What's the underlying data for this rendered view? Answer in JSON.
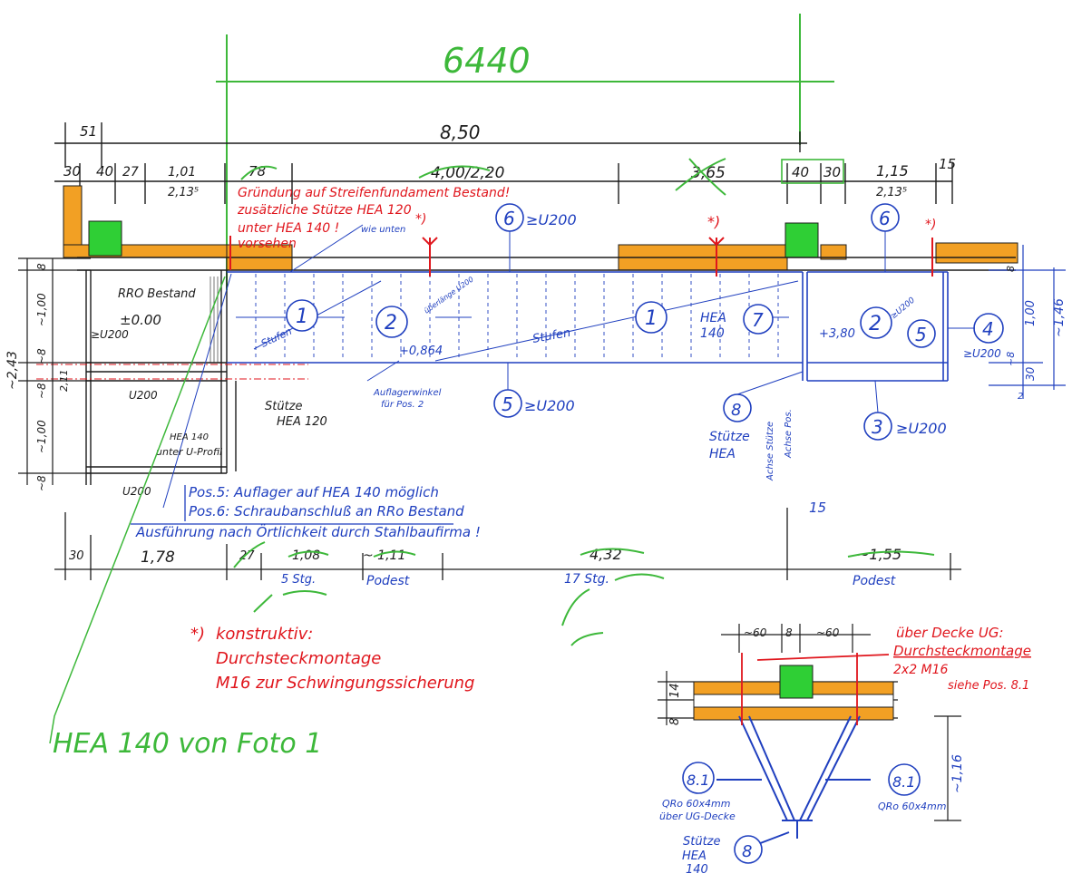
{
  "colors": {
    "black": "#1c1c1c",
    "blue": "#1f3fbf",
    "red": "#e0161d",
    "green": "#3db83a",
    "orange": "#f2a024",
    "fill_green": "#2fcf35"
  },
  "green_notes": {
    "top_dimension": "6440",
    "bottom_note": "HEA 140 von Foto 1"
  },
  "top_dims": {
    "overall": "8,50",
    "d51": "51",
    "d30": "30",
    "d40a": "40",
    "d27": "27",
    "d101": "1,01",
    "d2135a": "2,13⁵",
    "d78": "78",
    "d400_220": "4,00/2,20",
    "d365": "3,65",
    "d40b": "40",
    "d30b": "30",
    "d115": "1,15",
    "d2135b": "2,13⁵",
    "d15": "15"
  },
  "red_notes": {
    "found1": "Gründung auf Streifenfundament Bestand!",
    "found2": "zusätzliche Stütze HEA 120",
    "found3": "unter HEA 140 !",
    "found4": "vorsehen",
    "star": "*)",
    "star_label": "*)",
    "konstr1": "konstruktiv:",
    "konstr2": "Durchsteckmontage",
    "konstr3": "M16 zur Schwingungssicherung",
    "uebd1": "über Decke UG:",
    "uebd2": "Durchsteckmontage",
    "uebd3": "2x2 M16",
    "uebd4": "siehe Pos. 8.1"
  },
  "plan": {
    "rro_bestand": "RRO Bestand",
    "pm000": "±0.00",
    "u200a": "≥U200",
    "u200b": "U200",
    "u200c": "U200",
    "stuetze": "Stütze",
    "hea120": "HEA 120",
    "hea140a": "HEA 140",
    "unterU": "unter U-Profil",
    "wie_unten": "wie unten",
    "stufen1": "Stufen",
    "stufen2": "Stufen",
    "plus0864": "+0,864",
    "ueberlaeng": "überlänge U200",
    "auflagerwinkel1": "Auflagerwinkel",
    "auflagerwinkel2": "für Pos. 2",
    "hea140b1": "HEA",
    "hea140b2": "140",
    "plus380": "+3,80",
    "lu200": "≥U200",
    "u200d": "≥U200",
    "stuetzeHEA1": "Stütze",
    "stuetzeHEA2": "HEA",
    "achse1": "Achse Stütze",
    "achse2": "Achse Pos."
  },
  "positions": {
    "p1a": "1",
    "p2a": "2",
    "p6a": "6",
    "p6a_lbl": "≥U200",
    "p5a": "5",
    "p5a_lbl": "≥U200",
    "p1b": "1",
    "p7": "7",
    "p2b": "2",
    "p6b": "6",
    "p5b": "5",
    "p4": "4",
    "p8": "8",
    "p3": "3",
    "p3_lbl": "≥U200",
    "p81a": "8.1",
    "p81b": "8.1",
    "p8b": "8"
  },
  "blue_notes": {
    "pos5": "Pos.5: Auflager auf HEA 140 möglich",
    "pos6": "Pos.6: Schraubanschluß an RRo Bestand",
    "ausf": "Ausführung nach Örtlichkeit durch Stahlbaufirma !"
  },
  "side_dims": {
    "v243": "~2,43",
    "v8a": "8",
    "v100a": "~1,00",
    "v8b": "~8",
    "v211": "2,11",
    "v8c": "~8",
    "v100b": "~1,00",
    "v8d": "~8",
    "r8": "8",
    "r100": "1,00",
    "r146": "~1,46",
    "r8b": "~8",
    "r30": "30",
    "r2": "2",
    "c15": "15"
  },
  "bottom_dims": {
    "d30": "30",
    "d178": "1,78",
    "d27": "27",
    "d108": "1,08",
    "dpod1": "~ 1,11",
    "pod1": "Podest",
    "stg5": "5 Stg.",
    "d432": "4,32",
    "stg17": "17 Stg.",
    "dpod2": "~1,55",
    "pod2": "Podest"
  },
  "detail": {
    "d60a": "~60",
    "d8": "8",
    "d60b": "~60",
    "v8": "8",
    "v14": "14",
    "v116": "~1,16",
    "qro1a": "QRo 60x4mm",
    "qro1b": "über UG-Decke",
    "qro2": "QRo 60x4mm",
    "stz1": "Stütze",
    "stz2": "HEA",
    "stz3": "140"
  }
}
